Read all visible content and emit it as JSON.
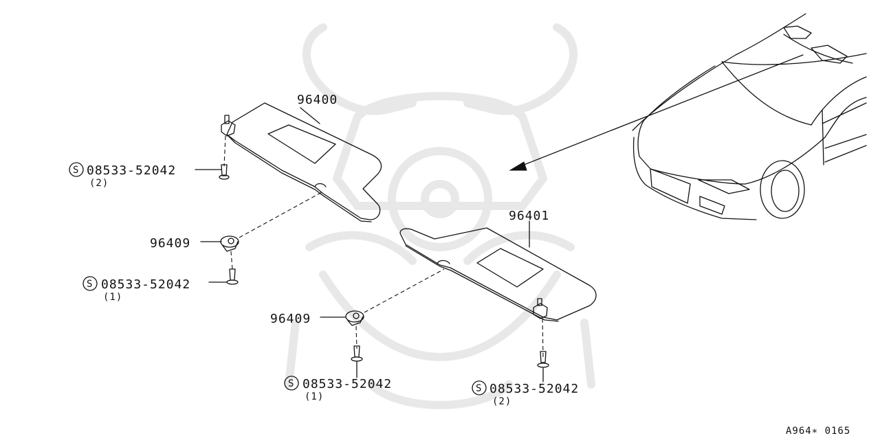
{
  "parts": {
    "visor_left": "96400",
    "visor_right": "96401",
    "holder_upper": "96409",
    "holder_lower": "96409",
    "screw_top_left": {
      "number": "08533-52042",
      "qty": "(2)"
    },
    "screw_mid_left": {
      "number": "08533-52042",
      "qty": "(1)"
    },
    "screw_bottom_center": {
      "number": "08533-52042",
      "qty": "(1)"
    },
    "screw_bottom_right": {
      "number": "08533-52042",
      "qty": "(2)"
    }
  },
  "screw_symbol": "S",
  "diagram_code": "A964∗ 0165"
}
